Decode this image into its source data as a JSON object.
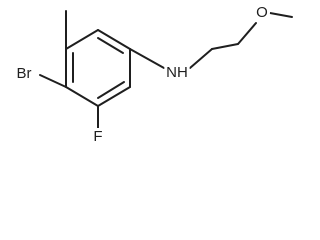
{
  "molecule": {
    "atoms": {
      "br": "Br",
      "f": "F",
      "nh": "NH",
      "o": "O"
    },
    "colors": {
      "bond": "#1f1f1f",
      "label": "#1f1f1f",
      "background": "#ffffff"
    }
  }
}
